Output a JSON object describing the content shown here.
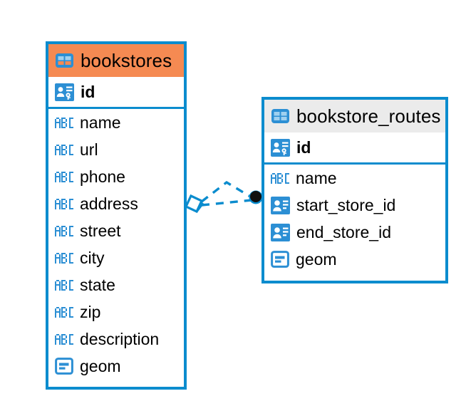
{
  "diagram": {
    "type": "entity-relationship-diagram",
    "background": "#ffffff",
    "colors": {
      "border_blue": "#0b8cce",
      "icon_blue": "#2c8fd4",
      "selected_header": "#f58a52",
      "plain_header": "#ebebeb",
      "text": "#000000",
      "endpoint_dot": "#101010"
    },
    "tables": [
      {
        "name": "bookstores",
        "header_state": "selected",
        "table_icon": "table-grid-icon",
        "primary_key": {
          "label": "id",
          "icon": "primary-key-icon"
        },
        "fields": [
          {
            "label": "name",
            "icon": "abc-text-icon"
          },
          {
            "label": "url",
            "icon": "abc-text-icon"
          },
          {
            "label": "phone",
            "icon": "abc-text-icon"
          },
          {
            "label": "address",
            "icon": "abc-text-icon"
          },
          {
            "label": "street",
            "icon": "abc-text-icon"
          },
          {
            "label": "city",
            "icon": "abc-text-icon"
          },
          {
            "label": "state",
            "icon": "abc-text-icon"
          },
          {
            "label": "zip",
            "icon": "abc-text-icon"
          },
          {
            "label": "description",
            "icon": "abc-text-icon"
          },
          {
            "label": "geom",
            "icon": "geometry-icon"
          }
        ]
      },
      {
        "name": "bookstore_routes",
        "header_state": "plain",
        "table_icon": "table-grid-icon",
        "primary_key": {
          "label": "id",
          "icon": "primary-key-icon"
        },
        "fields": [
          {
            "label": "name",
            "icon": "abc-text-icon"
          },
          {
            "label": "start_store_id",
            "icon": "foreign-key-icon"
          },
          {
            "label": "end_store_id",
            "icon": "foreign-key-icon"
          },
          {
            "label": "geom",
            "icon": "geometry-icon"
          }
        ]
      }
    ],
    "relationship": {
      "style": "dashed",
      "color": "#0b8cce",
      "source_table": "bookstores",
      "target_table": "bookstore_routes",
      "source_marker": "diamond-outline-marker",
      "target_marker": "filled-dot-marker",
      "branch_count": 2
    }
  }
}
